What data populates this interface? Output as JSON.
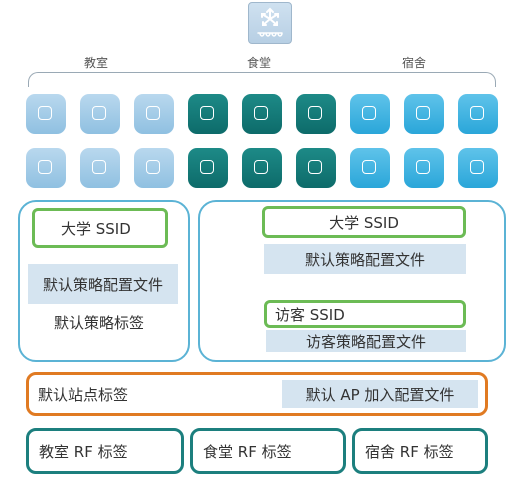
{
  "areas": {
    "classroom": "教室",
    "cafeteria": "食堂",
    "dormitory": "宿舍"
  },
  "left_panel": {
    "ssid": "大学 SSID",
    "policy_profile": "默认策略配置文件",
    "policy_tag": "默认策略标签"
  },
  "right_panel": {
    "ssid": "大学 SSID",
    "policy_profile": "默认策略配置文件",
    "guest_ssid": "访客 SSID",
    "guest_policy_profile": "访客策略配置文件"
  },
  "site": {
    "tag": "默认站点标签",
    "ap_join_profile": "默认 AP 加入配置文件"
  },
  "rf_tags": {
    "classroom": "教室 RF 标签",
    "cafeteria": "食堂 RF 标签",
    "dormitory": "宿舍 RF 标签"
  },
  "colors": {
    "classroom_ap": "#a6cce8",
    "cafeteria_ap": "#136f6e",
    "dormitory_ap": "#3cb1e0",
    "panel_border": "#5bb3d5",
    "ssid_border": "#6cbb55",
    "site_border": "#e07a22",
    "rf_border": "#1c7f7e"
  },
  "icons": {
    "controller": "wireless-controller-icon",
    "ap": "access-point-icon"
  }
}
